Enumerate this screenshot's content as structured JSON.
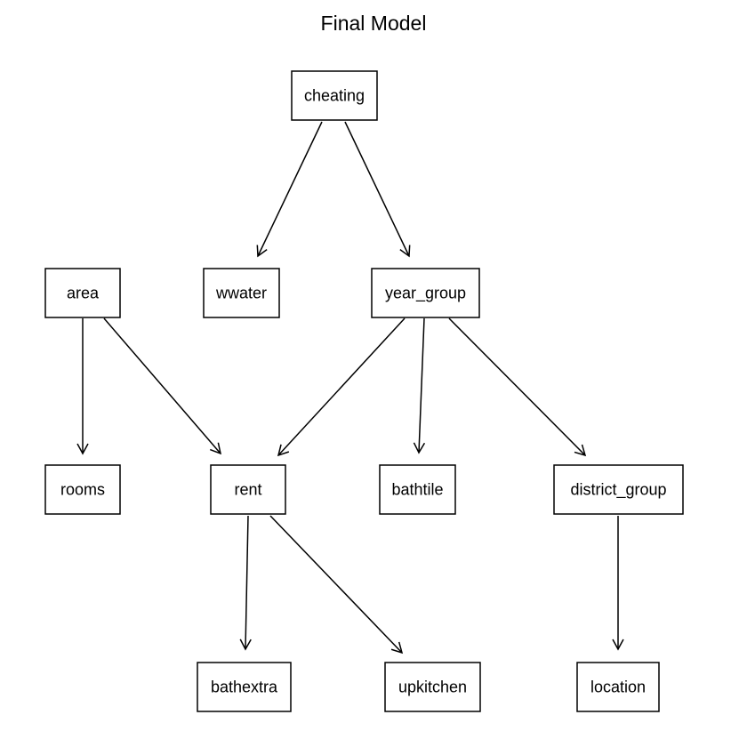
{
  "title": "Final Model",
  "nodes": [
    {
      "id": "cheating",
      "label": "cheating"
    },
    {
      "id": "area",
      "label": "area"
    },
    {
      "id": "wwater",
      "label": "wwater"
    },
    {
      "id": "year_group",
      "label": "year_group"
    },
    {
      "id": "rooms",
      "label": "rooms"
    },
    {
      "id": "rent",
      "label": "rent"
    },
    {
      "id": "bathtile",
      "label": "bathtile"
    },
    {
      "id": "district_group",
      "label": "district_group"
    },
    {
      "id": "bathextra",
      "label": "bathextra"
    },
    {
      "id": "upkitchen",
      "label": "upkitchen"
    },
    {
      "id": "location",
      "label": "location"
    }
  ],
  "edges": [
    {
      "from": "cheating",
      "to": "wwater"
    },
    {
      "from": "cheating",
      "to": "year_group"
    },
    {
      "from": "area",
      "to": "rooms"
    },
    {
      "from": "area",
      "to": "rent"
    },
    {
      "from": "year_group",
      "to": "rent"
    },
    {
      "from": "year_group",
      "to": "bathtile"
    },
    {
      "from": "year_group",
      "to": "district_group"
    },
    {
      "from": "rent",
      "to": "bathextra"
    },
    {
      "from": "rent",
      "to": "upkitchen"
    },
    {
      "from": "district_group",
      "to": "location"
    }
  ]
}
